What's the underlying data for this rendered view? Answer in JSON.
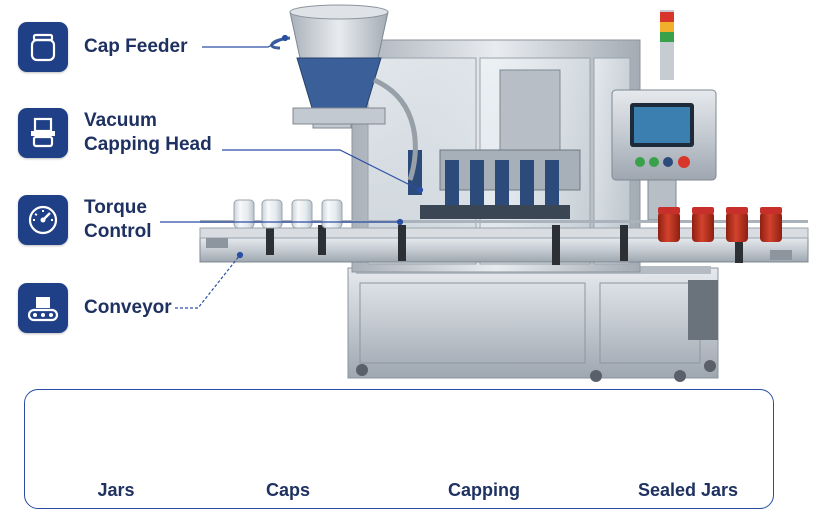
{
  "callouts": [
    {
      "label": "Cap Feeder",
      "icon": "cap-feeder-icon"
    },
    {
      "label": "Vacuum\nCapping Head",
      "icon": "capping-head-icon"
    },
    {
      "label": "Torque\nControl",
      "icon": "torque-gauge-icon"
    },
    {
      "label": "Conveyor",
      "icon": "conveyor-icon"
    }
  ],
  "process": [
    {
      "label": "Jars"
    },
    {
      "label": "Caps"
    },
    {
      "label": "Capping"
    },
    {
      "label": "Sealed Jars"
    }
  ],
  "colors": {
    "navy": "#1f3f86",
    "label_text": "#1e3161",
    "steel": "#c9cfd6",
    "sauce": "#c23a2a",
    "cap_red": "#d8443a",
    "cap_inner": "#efe2c4"
  }
}
